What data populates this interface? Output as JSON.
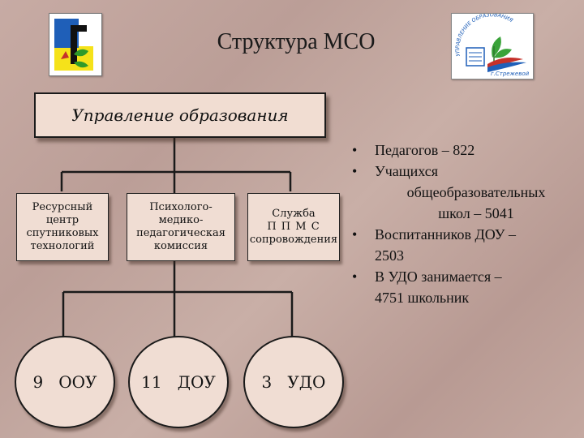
{
  "title": "Структура МСО",
  "top_box": "Управление  образования",
  "middle_boxes": [
    {
      "lines": [
        "Ресурсный",
        "центр",
        "спутниковых",
        "технологий"
      ]
    },
    {
      "lines": [
        "Психолого-",
        "медико-",
        "педагогическая",
        "комиссия"
      ]
    },
    {
      "lines": [
        "Служба",
        "П П М С",
        "сопровождения"
      ]
    }
  ],
  "bottom_ellipses": [
    "9   ООУ",
    "11   ДОУ",
    "3   УДО"
  ],
  "stats": [
    {
      "lines": [
        "Педагогов – 822"
      ]
    },
    {
      "lines": [
        "Учащихся",
        "общеобразовательных",
        "школ – 5041"
      ]
    },
    {
      "lines": [
        "Воспитанников ДОУ –",
        "2503"
      ]
    },
    {
      "lines": [
        "В УДО занимается –",
        "4751 школьник"
      ]
    }
  ],
  "logo_right_text": {
    "top": "УПРАВЛЕНИЕ ОБРАЗОВАНИЯ",
    "bottom": "г.Стрежевой"
  },
  "colors": {
    "box_fill": "#f0ddd3",
    "border": "#1a1a1a",
    "background": "#c2a59e"
  }
}
